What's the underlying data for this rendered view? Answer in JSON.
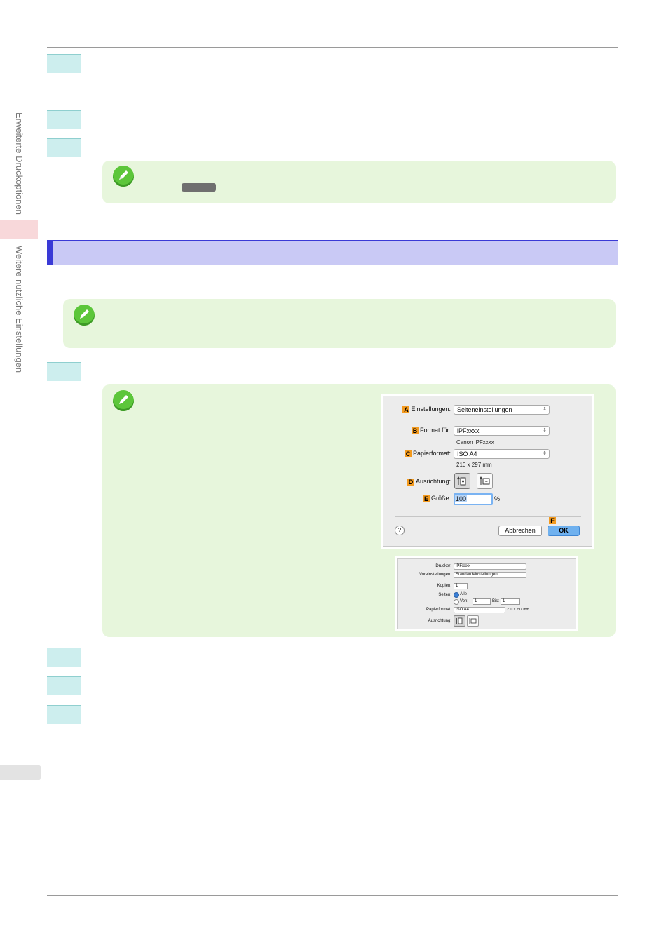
{
  "sidebar": {
    "chapter": "Erweiterte Druckoptionen",
    "section": "Weitere nützliche Einstellungen"
  },
  "dialog_page_setup": {
    "settings": {
      "badge": "A",
      "label": "Einstellungen:",
      "value": "Seiteneinstellungen"
    },
    "format_for": {
      "badge": "B",
      "label": "Format für:",
      "value": "iPFxxxx",
      "sub": "Canon iPFxxxx"
    },
    "paper_size": {
      "badge": "C",
      "label": "Papierformat:",
      "value": "ISO A4",
      "sub": "210 x 297 mm"
    },
    "orientation": {
      "badge": "D",
      "label": "Ausrichtung:"
    },
    "scale": {
      "badge": "E",
      "label": "Größe:",
      "value": "100",
      "unit": "%"
    },
    "ok": {
      "badge": "F",
      "label": "OK"
    },
    "help": "?",
    "cancel": "Abbrechen"
  },
  "dialog_print": {
    "printer": {
      "label": "Drucker:",
      "value": "iPFxxxx"
    },
    "presets": {
      "label": "Voreinstellungen:",
      "value": "Standardeinstellungen"
    },
    "copies": {
      "label": "Kopien:",
      "value": "1"
    },
    "pages": {
      "label": "Seiten:",
      "all": "Alle",
      "from": "Von:",
      "from_value": "1",
      "to": "Bis:",
      "to_value": "1"
    },
    "paper": {
      "label": "Papierformat:",
      "value": "ISO A4",
      "size": "210 x 297 mm"
    },
    "orientation": {
      "label": "Ausrichtung:"
    }
  },
  "colors": {
    "step": "#cdeeee",
    "note": "#e7f6dc",
    "section": "#c9c9f5",
    "accent": "#3a3ad6",
    "badge": "#f39a1e"
  }
}
